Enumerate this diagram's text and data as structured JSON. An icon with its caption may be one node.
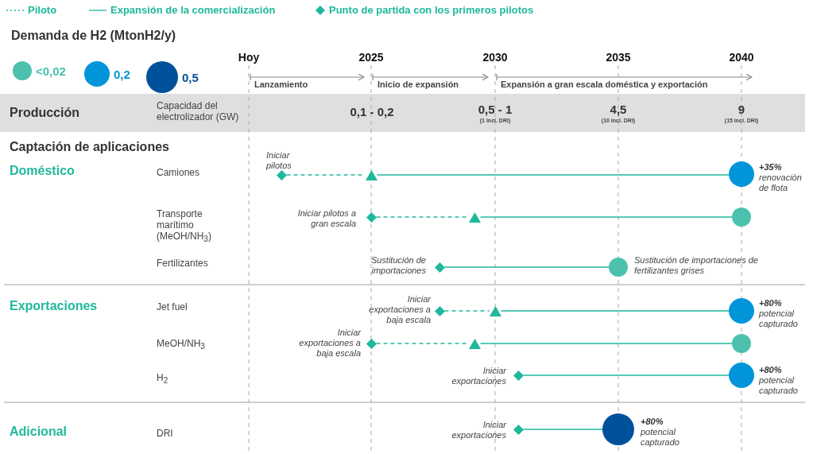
{
  "diagram": {
    "nodes": [
      {
        "text": [],
        "shape": "diamond",
        "beside": [
          "Iniciar pilotos"
        ]
      },
      {
        "text": [],
        "shape": "triangle"
      },
      {
        "text": [],
        "shape": "circle",
        "beside": [
          "+35%",
          "renovación de flota"
        ]
      },
      {
        "text": [],
        "shape": "diamond",
        "beside": [
          "Iniciar pilotos a gran escala"
        ]
      },
      {
        "text": [],
        "shape": "triangle"
      },
      {
        "text": [],
        "shape": "circle"
      },
      {
        "text": [],
        "shape": "diamond",
        "beside": [
          "Sustitución de importaciones"
        ]
      },
      {
        "text": [],
        "shape": "circle",
        "beside": [
          "Sustitución de importaciones de fertilizantes grises"
        ]
      },
      {
        "text": [],
        "shape": "diamond",
        "beside": [
          "Iniciar exportaciones a baja escala"
        ]
      },
      {
        "text": [],
        "shape": "triangle"
      },
      {
        "text": [],
        "shape": "circle",
        "beside": [
          "+80%",
          "potencial capturado"
        ]
      },
      {
        "text": [],
        "shape": "diamond",
        "beside": [
          "Iniciar exportaciones a baja escala"
        ]
      },
      {
        "text": [],
        "shape": "triangle"
      },
      {
        "text": [],
        "shape": "circle"
      },
      {
        "text": [],
        "shape": "diamond",
        "beside": [
          "Iniciar exportaciones"
        ]
      },
      {
        "text": [],
        "shape": "circle",
        "beside": [
          "+80%",
          "potencial capturado"
        ]
      },
      {
        "text": [],
        "shape": "diamond",
        "beside": [
          "Iniciar exportaciones"
        ]
      },
      {
        "text": [],
        "shape": "circle",
        "beside": [
          "+80%",
          "potencial capturado"
        ]
      }
    ],
    "edges": [
      {
        "from": 0,
        "to": 1,
        "arrow": "none",
        "style": "dashed"
      },
      {
        "from": 1,
        "to": 2,
        "arrow": "none"
      },
      {
        "from": 3,
        "to": 4,
        "arrow": "none",
        "style": "dashed"
      },
      {
        "from": 4,
        "to": 5,
        "arrow": "none"
      },
      {
        "from": 6,
        "to": 7,
        "arrow": "none"
      },
      {
        "from": 8,
        "to": 9,
        "arrow": "none",
        "style": "dashed"
      },
      {
        "from": 9,
        "to": 10,
        "arrow": "none"
      },
      {
        "from": 11,
        "to": 12,
        "arrow": "none",
        "style": "dashed"
      },
      {
        "from": 12,
        "to": 13,
        "arrow": "none"
      },
      {
        "from": 14,
        "to": 15,
        "arrow": "none"
      },
      {
        "from": 16,
        "to": 17,
        "arrow": "none"
      }
    ],
    "labels": [
      "Demanda de H2 (MtonH2/y)",
      "Hoy",
      "2025",
      "2030",
      "2035",
      "2040",
      "Lanzamiento",
      "Inicio de expansión",
      "Expansión a gran escala doméstica y exportación",
      "Producción",
      "Capacidad del electrolizador (GW)",
      "0,1 - 0,2",
      "0,5 - 1",
      "(1 incl. DRI)",
      "4,5",
      "(10 incl. DRI)",
      "9",
      "(15 incl. DRI)",
      "Captación de aplicaciones",
      "Doméstico",
      "Camiones",
      "Transporte marítimo (MeOH/NH$_{3}$)",
      "Fertilizantes",
      "Exportaciones",
      "Jet fuel",
      "MeOH/NH$_{3}$",
      "H$_{2}$",
      "Adicional",
      "DRI"
    ],
    "legend": [
      {
        "text": "Piloto"
      },
      {
        "text": "Expansión de la comercialización"
      },
      {
        "text": "Punto de partida con los primeros pilotos"
      },
      {
        "text": "<0,02",
        "color": "#4cc1ad"
      },
      {
        "text": "0,2",
        "color": "#0095d9"
      },
      {
        "text": "0,5",
        "color": "#00519b"
      }
    ]
  }
}
